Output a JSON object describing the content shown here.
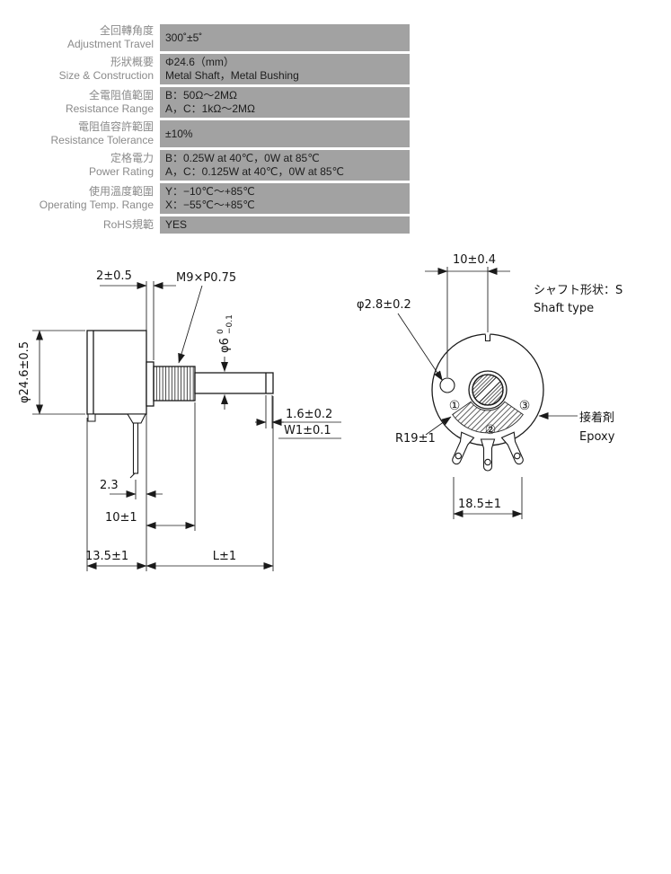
{
  "spec_table": {
    "rows": [
      {
        "label_cn": "全回轉角度",
        "label_en": "Adjustment Travel",
        "lines": [
          "300˚±5˚",
          ""
        ]
      },
      {
        "label_cn": "形狀概要",
        "label_en": "Size & Construction",
        "lines": [
          "Φ24.6（mm）",
          "Metal Shaft，Metal Bushing"
        ]
      },
      {
        "label_cn": "全電阻值範圍",
        "label_en": "Resistance Range",
        "lines": [
          "B：50Ω〜2MΩ",
          "A，C：1kΩ〜2MΩ"
        ]
      },
      {
        "label_cn": "電阻值容許範圍",
        "label_en": "Resistance Tolerance",
        "lines": [
          "±10%",
          ""
        ]
      },
      {
        "label_cn": "定格電力",
        "label_en": "Power Rating",
        "lines": [
          "B：0.25W at 40℃，0W at 85℃",
          "A，C：0.125W at 40℃，0W at 85℃"
        ]
      },
      {
        "label_cn": "使用溫度範圍",
        "label_en": "Operating Temp. Range",
        "lines": [
          "Y：−10℃〜+85℃",
          "X：−55℃〜+85℃"
        ]
      },
      {
        "label_cn": "RoHS規範",
        "label_en": "",
        "lines": [
          "YES",
          ""
        ]
      }
    ]
  },
  "drawing": {
    "side": {
      "body_dia": "φ24.6±0.5",
      "collar": "2±0.5",
      "thread": "M9×P0.75",
      "shaft_dia": "φ6",
      "shaft_tol_hi": "0",
      "shaft_tol_lo": "−0.1",
      "slot_depth": "1.6±0.2",
      "slot_width": "W1±0.1",
      "terminal_offset": "2.3",
      "bushing_len": "10±1",
      "body_len": "13.5±1",
      "shaft_len": "L±1"
    },
    "front": {
      "pin_offset": "10±0.4",
      "pin_dia": "φ2.8±0.2",
      "shaft_shape_jp": "シャフト形状：S",
      "shaft_shape_en": "Shaft type",
      "radius": "R19±1",
      "epoxy_jp": "接着剤",
      "epoxy_en": "Epoxy",
      "terminal_span": "18.5±1",
      "n1": "①",
      "n2": "②",
      "n3": "③"
    }
  },
  "colors": {
    "value_cell_bg": "#a2a2a2",
    "label_text": "#8a8a8a",
    "line": "#1a1a1a"
  }
}
